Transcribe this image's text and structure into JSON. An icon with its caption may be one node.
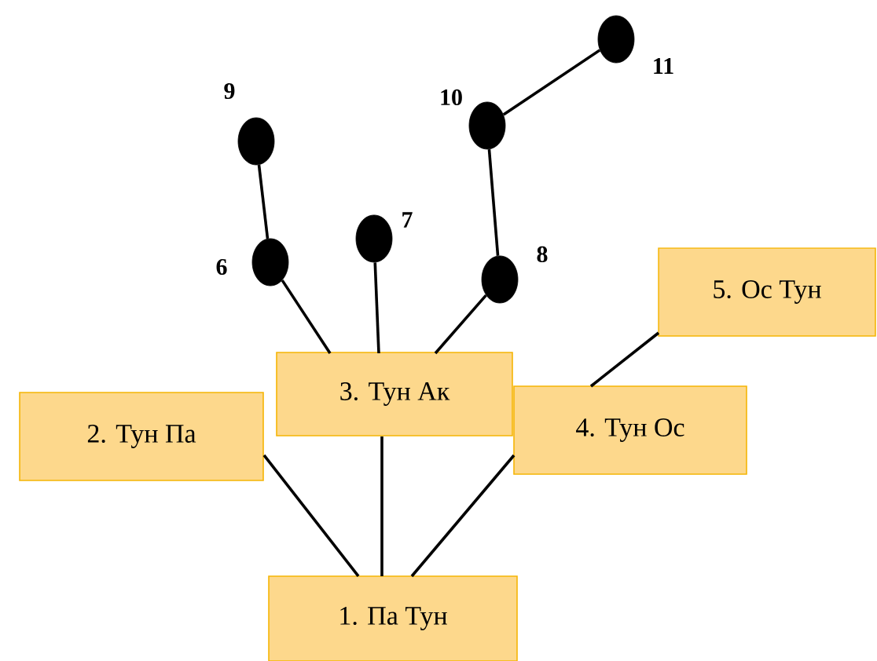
{
  "diagram": {
    "nodes": [
      {
        "text": [
          "1. Па Тун"
        ]
      },
      {
        "text": [
          "2. Тун Па"
        ]
      },
      {
        "text": [
          "3. Тун Ак"
        ]
      },
      {
        "text": [
          "4. Тун Ос"
        ]
      },
      {
        "text": [
          "5. Ос Тун"
        ]
      },
      {
        "text": [],
        "shape": "circle",
        "beside": [
          "6"
        ]
      },
      {
        "text": [],
        "shape": "circle",
        "beside": [
          "7"
        ]
      },
      {
        "text": [],
        "shape": "circle",
        "beside": [
          "8"
        ]
      },
      {
        "text": [],
        "shape": "circle",
        "beside": [
          "9"
        ]
      },
      {
        "text": [],
        "shape": "circle",
        "beside": [
          "10"
        ]
      },
      {
        "text": [],
        "shape": "circle",
        "beside": [
          "11"
        ]
      }
    ],
    "edges": [
      {
        "from": 0,
        "to": 1,
        "arrow": "none"
      },
      {
        "from": 0,
        "to": 2,
        "arrow": "none"
      },
      {
        "from": 0,
        "to": 3,
        "arrow": "none"
      },
      {
        "from": 2,
        "to": 5,
        "arrow": "none"
      },
      {
        "from": 2,
        "to": 6,
        "arrow": "none"
      },
      {
        "from": 2,
        "to": 7,
        "arrow": "none"
      },
      {
        "from": 5,
        "to": 8,
        "arrow": "none"
      },
      {
        "from": 7,
        "to": 9,
        "arrow": "none"
      },
      {
        "from": 9,
        "to": 10,
        "arrow": "none"
      },
      {
        "from": 3,
        "to": 4,
        "arrow": "none"
      }
    ]
  }
}
